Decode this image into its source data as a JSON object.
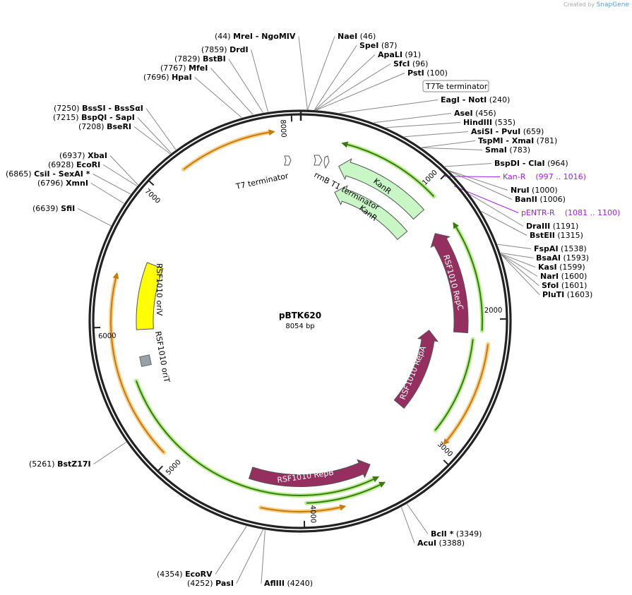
{
  "credit": {
    "prefix": "Created by",
    "brand": "SnapGene"
  },
  "plasmid": {
    "name": "pBTK620",
    "length": "8054 bp",
    "total_bp": 8054
  },
  "ticks": [
    "1000",
    "2000",
    "3000",
    "4000",
    "5000",
    "6000",
    "7000",
    "8000"
  ],
  "features": {
    "t7_terminator": "T7 terminator",
    "rrnb_terminator": "rrnB T1 terminator",
    "kanr_1": "KanR",
    "kanr_2": "KanR",
    "repc": "RSF1010 RepC",
    "repa": "RSF1010 RepA",
    "repb": "RSF1010 RepB",
    "oriv": "RSF1010 oriV",
    "orit": "RSF1010 oriT",
    "t7te_terminator": "T7Te terminator"
  },
  "colors": {
    "backbone": "#222222",
    "kanr": "#c8f7c5",
    "rep": "#952f5f",
    "oriv": "#ffff00",
    "orit": "#9aa0a8",
    "primer": "#a020f0",
    "green_line": "#3a7a10",
    "orange_line": "#c77a10"
  },
  "sites": [
    {
      "name": "MreI  - NgoMIV",
      "pos": "44",
      "side": "L"
    },
    {
      "name": "DrdI",
      "pos": "7859",
      "side": "L"
    },
    {
      "name": "BstBI",
      "pos": "7829",
      "side": "L"
    },
    {
      "name": "MfeI",
      "pos": "7767",
      "side": "L"
    },
    {
      "name": "HpaI",
      "pos": "7696",
      "side": "L"
    },
    {
      "name": "BssSI  - BssSαI",
      "pos": "7250",
      "side": "L"
    },
    {
      "name": "BspQI  - SapI",
      "pos": "7215",
      "side": "L"
    },
    {
      "name": "BseRI",
      "pos": "7208",
      "side": "L"
    },
    {
      "name": "XbaI",
      "pos": "6937",
      "side": "L"
    },
    {
      "name": "EcoRI",
      "pos": "6928",
      "side": "L"
    },
    {
      "name": "CsiI  - SexAI *",
      "pos": "6865",
      "side": "L"
    },
    {
      "name": "XmnI",
      "pos": "6796",
      "side": "L"
    },
    {
      "name": "SfiI",
      "pos": "6639",
      "side": "L"
    },
    {
      "name": "BstZ17I",
      "pos": "5261",
      "side": "L"
    },
    {
      "name": "EcoRV",
      "pos": "4354",
      "side": "L"
    },
    {
      "name": "PasI",
      "pos": "4252",
      "side": "L"
    },
    {
      "name": "NaeI",
      "pos": "46",
      "side": "R"
    },
    {
      "name": "SpeI",
      "pos": "87",
      "side": "R"
    },
    {
      "name": "ApaLI",
      "pos": "91",
      "side": "R"
    },
    {
      "name": "SfcI",
      "pos": "96",
      "side": "R"
    },
    {
      "name": "PstI",
      "pos": "100",
      "side": "R"
    },
    {
      "name": "EagI  - NotI",
      "pos": "240",
      "side": "R"
    },
    {
      "name": "AseI",
      "pos": "456",
      "side": "R"
    },
    {
      "name": "HindIII",
      "pos": "535",
      "side": "R"
    },
    {
      "name": "AsiSI  - PvuI",
      "pos": "659",
      "side": "R"
    },
    {
      "name": "TspMI  - XmaI",
      "pos": "781",
      "side": "R"
    },
    {
      "name": "SmaI",
      "pos": "783",
      "side": "R"
    },
    {
      "name": "BspDI  - ClaI",
      "pos": "964",
      "side": "R"
    },
    {
      "name": "NruI",
      "pos": "1000",
      "side": "R"
    },
    {
      "name": "BanII",
      "pos": "1006",
      "side": "R"
    },
    {
      "name": "DraIII",
      "pos": "1191",
      "side": "R"
    },
    {
      "name": "BstEII",
      "pos": "1315",
      "side": "R"
    },
    {
      "name": "FspAI",
      "pos": "1538",
      "side": "R"
    },
    {
      "name": "BsaAI",
      "pos": "1593",
      "side": "R"
    },
    {
      "name": "KasI",
      "pos": "1599",
      "side": "R"
    },
    {
      "name": "NarI",
      "pos": "1600",
      "side": "R"
    },
    {
      "name": "SfoI",
      "pos": "1601",
      "side": "R"
    },
    {
      "name": "PluTI",
      "pos": "1603",
      "side": "R"
    },
    {
      "name": "BclI *",
      "pos": "3349",
      "side": "R"
    },
    {
      "name": "AcuI",
      "pos": "3388",
      "side": "R"
    },
    {
      "name": "AflIII",
      "pos": "4240",
      "side": "R"
    }
  ],
  "primers": [
    {
      "name": "Kan-R",
      "range": "(997 .. 1016)",
      "pos": "1006"
    },
    {
      "name": "pENTR-R",
      "range": "(1081 .. 1100)",
      "pos": "1090"
    }
  ]
}
